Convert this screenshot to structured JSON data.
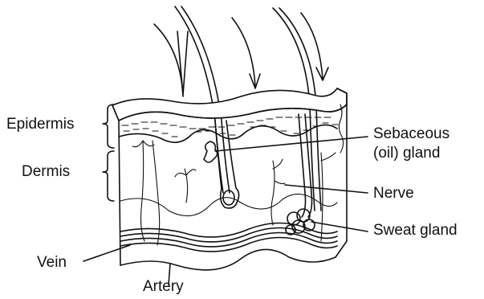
{
  "labels": {
    "epidermis": "Epidermis",
    "dermis": "Dermis",
    "sebaceous_line1": "Sebaceous",
    "sebaceous_line2": "(oil) gland",
    "nerve": "Nerve",
    "sweat_gland": "Sweat gland",
    "vein": "Vein",
    "artery": "Artery"
  },
  "colors": {
    "ink": "#111111",
    "background": "#ffffff"
  }
}
